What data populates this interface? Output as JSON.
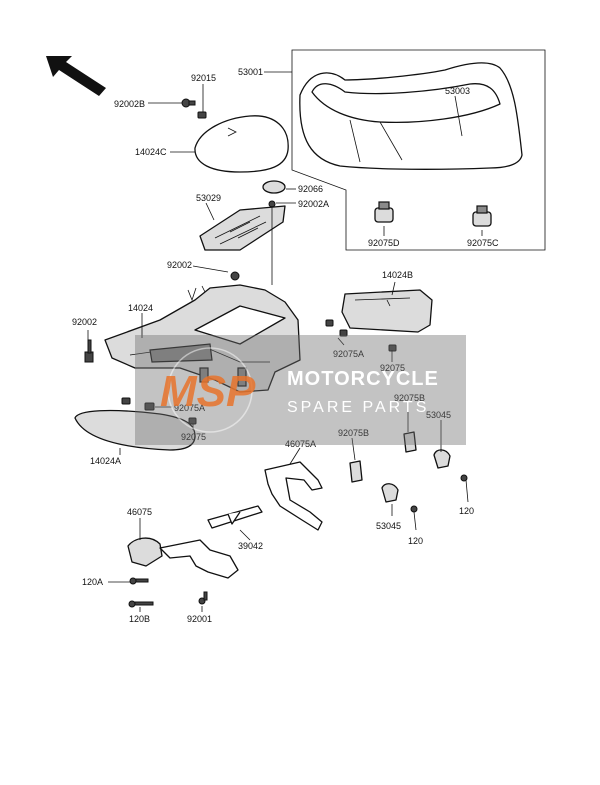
{
  "labels": {
    "l53001": "53001",
    "l53003": "53003",
    "l92015": "92015",
    "l92002B": "92002B",
    "l14024C": "14024C",
    "l92066": "92066",
    "l92002A_top": "92002A",
    "l53029": "53029",
    "l92075D": "92075D",
    "l92075C": "92075C",
    "l92002_mid": "92002",
    "l14024B": "14024B",
    "l14024": "14024",
    "l92002_left": "92002",
    "l92075A_right": "92075A",
    "l92075_right": "92075",
    "l92075A_left": "92075A",
    "l92075_left": "92075",
    "l92075B_upper": "92075B",
    "l53045_right": "53045",
    "l14024A": "14024A",
    "l46075A": "46075A",
    "l92075B_lower": "92075B",
    "l120_right": "120",
    "l53045_lower": "53045",
    "l120_lower": "120",
    "l46075": "46075",
    "l39042": "39042",
    "l120A": "120A",
    "l120B": "120B",
    "l92001": "92001"
  },
  "watermark": {
    "logo": "MSP",
    "line1": "MOTORCYCLE",
    "line2": "SPARE PARTS"
  },
  "colors": {
    "watermark_accent": "#e8742c",
    "watermark_box": "#6f6f6f"
  }
}
